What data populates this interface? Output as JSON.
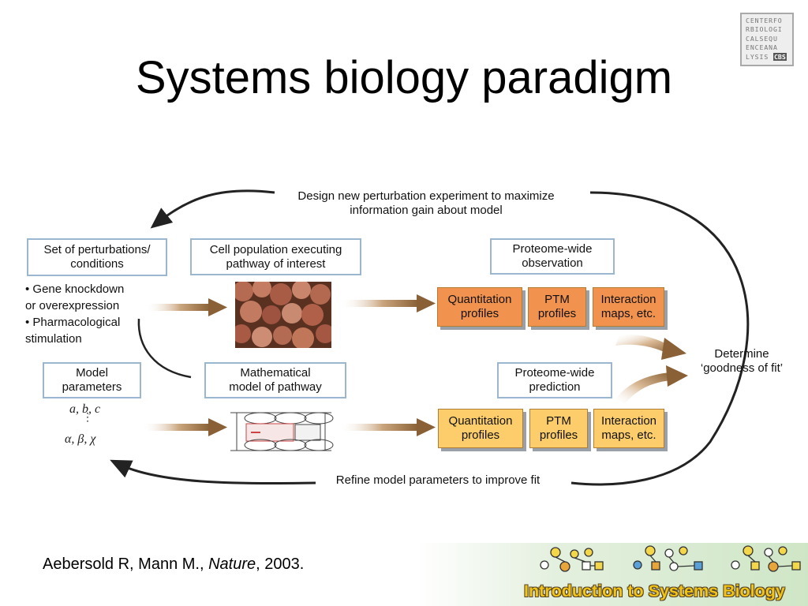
{
  "slide": {
    "title": "Systems biology paradigm",
    "logo_rows": [
      "CENTERFO",
      "RBIOLOGI",
      "CALSEQU",
      "ENCEANA",
      "LYSIS"
    ],
    "logo_badge": "CBS"
  },
  "diagram": {
    "top_caption": [
      "Design new perturbation experiment to maximize",
      "information gain about model"
    ],
    "bottom_caption": "Refine model parameters to improve fit",
    "perturbations_box": [
      "Set of perturbations/",
      "conditions"
    ],
    "perturbation_bullets": [
      "• Gene knockdown",
      "or overexpression",
      "• Pharmacological",
      "stimulation"
    ],
    "cell_population_box": [
      "Cell population executing",
      "pathway of interest"
    ],
    "observation_box": [
      "Proteome-wide",
      "observation"
    ],
    "observation_tiles": [
      [
        "Quantitation",
        "profiles"
      ],
      [
        "PTM",
        "profiles"
      ],
      [
        "Interaction",
        "maps, etc."
      ]
    ],
    "model_parameters_box": [
      "Model",
      "parameters"
    ],
    "parameters_roman": "a, b, c",
    "parameters_greek": "α,  β,  χ",
    "math_model_box": [
      "Mathematical",
      "model of pathway"
    ],
    "prediction_box": [
      "Proteome-wide",
      "prediction"
    ],
    "prediction_tiles": [
      [
        "Quantitation",
        "profiles"
      ],
      [
        "PTM",
        "profiles"
      ],
      [
        "Interaction",
        "maps, etc."
      ]
    ],
    "fit_label": [
      "Determine",
      "‘goodness of fit’"
    ]
  },
  "footer": {
    "reference_authors": "Aebersold R, Mann M., ",
    "reference_journal": "Nature",
    "reference_year": ", 2003.",
    "course_banner": "Introduction to Systems Biology"
  },
  "colors": {
    "box_border": "#9bb6cf",
    "observation_tile": "#f2924f",
    "prediction_tile": "#fccd6a",
    "flow_arrow": "#8a6136",
    "banner_text": "#f3c414"
  }
}
